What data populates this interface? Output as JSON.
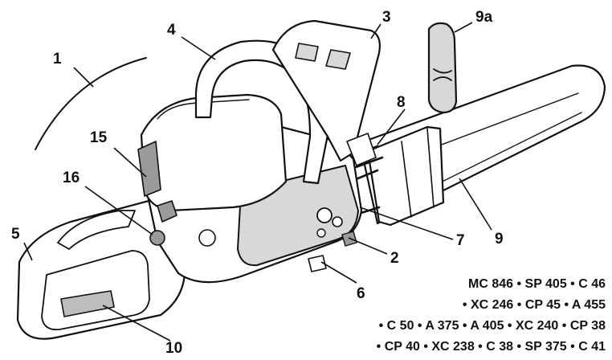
{
  "callouts": {
    "c1": "1",
    "c2": "2",
    "c3": "3",
    "c4": "4",
    "c5": "5",
    "c6": "6",
    "c7": "7",
    "c8": "8",
    "c9": "9",
    "c9a": "9a",
    "c10": "10",
    "c15": "15",
    "c16": "16"
  },
  "models": [
    "MC 846  • SP 405 • C 46",
    "• XC 246 • CP 45 • A 455",
    "• C 50 • A 375 • A 405 • XC 240 • CP 38",
    "• CP 40 • XC 238 • C 38 • SP 375 • C 41"
  ],
  "colors": {
    "ink": "#111111",
    "fill_light": "#ffffff",
    "fill_shade": "#d8d8d8",
    "fill_dark": "#9a9a9a",
    "label_patch": "#bdbdbd"
  }
}
